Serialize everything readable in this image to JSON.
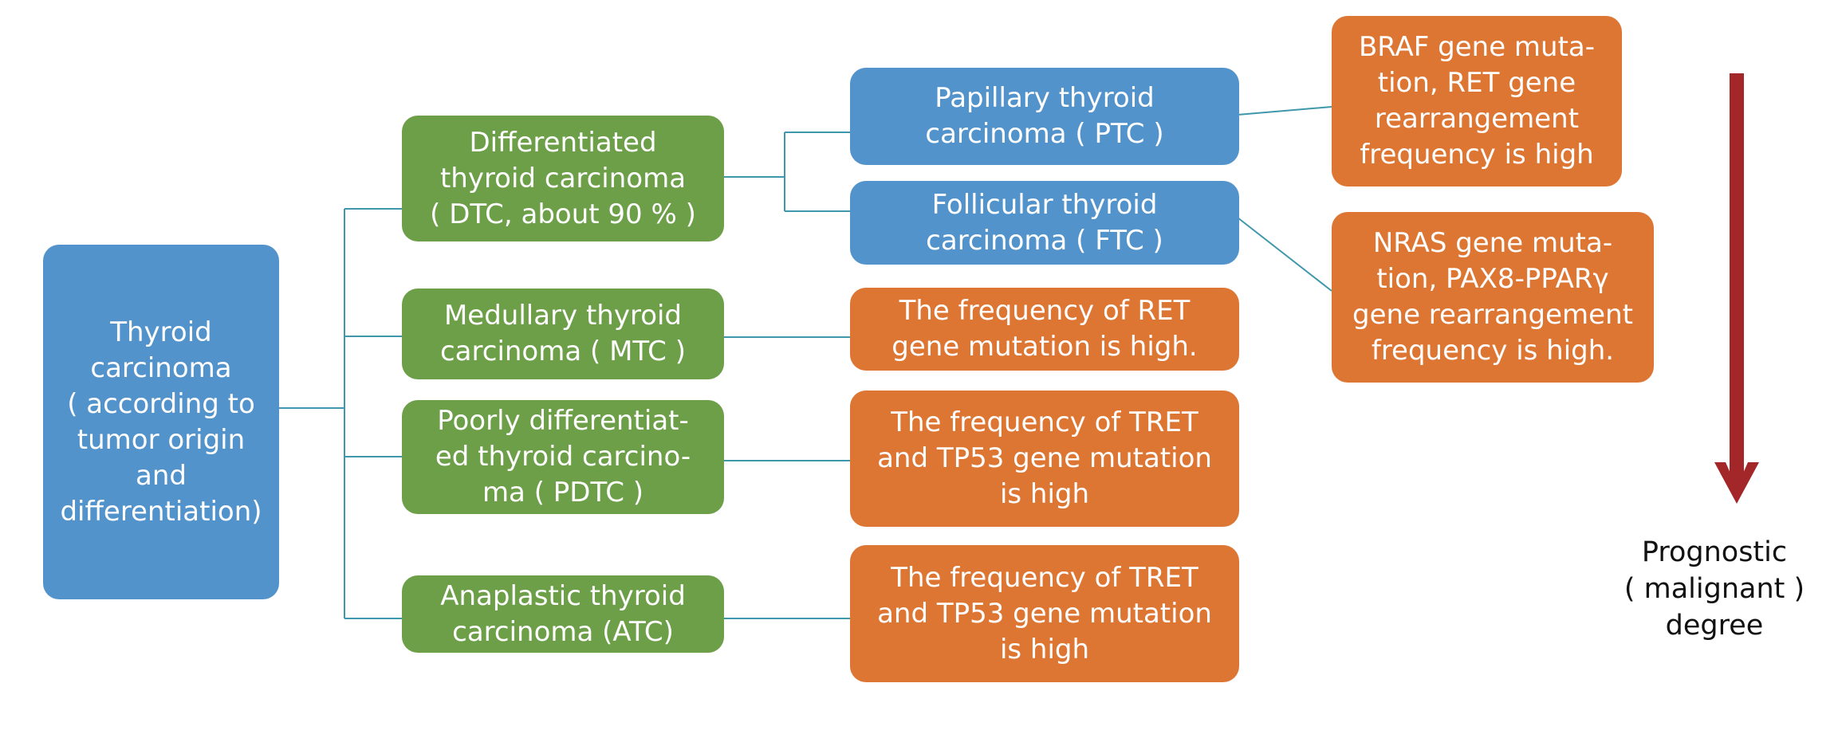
{
  "root": {
    "text": "Thyroid\ncarcinoma\n( according to\ntumor origin\nand\ndifferentiation)"
  },
  "categories": {
    "dtc": {
      "text": "Differentiated\nthyroid carcinoma\n( DTC, about 90 % )"
    },
    "mtc": {
      "text": "Medullary thyroid\ncarcinoma ( MTC )"
    },
    "pdtc": {
      "text": "Poorly differentiat-\ned thyroid carcino-\nma ( PDTC )"
    },
    "atc": {
      "text": "Anaplastic thyroid\ncarcinoma (ATC)"
    }
  },
  "subtypes": {
    "ptc": {
      "text": "Papillary thyroid\ncarcinoma ( PTC )"
    },
    "ftc": {
      "text": "Follicular thyroid\ncarcinoma ( FTC )"
    }
  },
  "mutations": {
    "ptc": {
      "text": "BRAF gene muta-\ntion, RET gene\nrearrangement\nfrequency is high"
    },
    "ftc": {
      "text": "NRAS gene muta-\ntion, PAX8-PPARγ\ngene rearrangement\nfrequency is high."
    },
    "mtc": {
      "text": "The frequency of RET\ngene mutation is high."
    },
    "pdtc": {
      "text": "The frequency of TRET\nand TP53 gene mutation\nis high"
    },
    "atc": {
      "text": "The frequency of TRET\nand TP53 gene mutation\nis high"
    }
  },
  "prognosis": {
    "label": "Prognostic\n( malignant )\ndegree"
  },
  "colors": {
    "blue": "#5393cb",
    "green": "#6c9f48",
    "orange": "#dd7633",
    "connector": "#3f97ab",
    "arrow": "#a32629"
  }
}
